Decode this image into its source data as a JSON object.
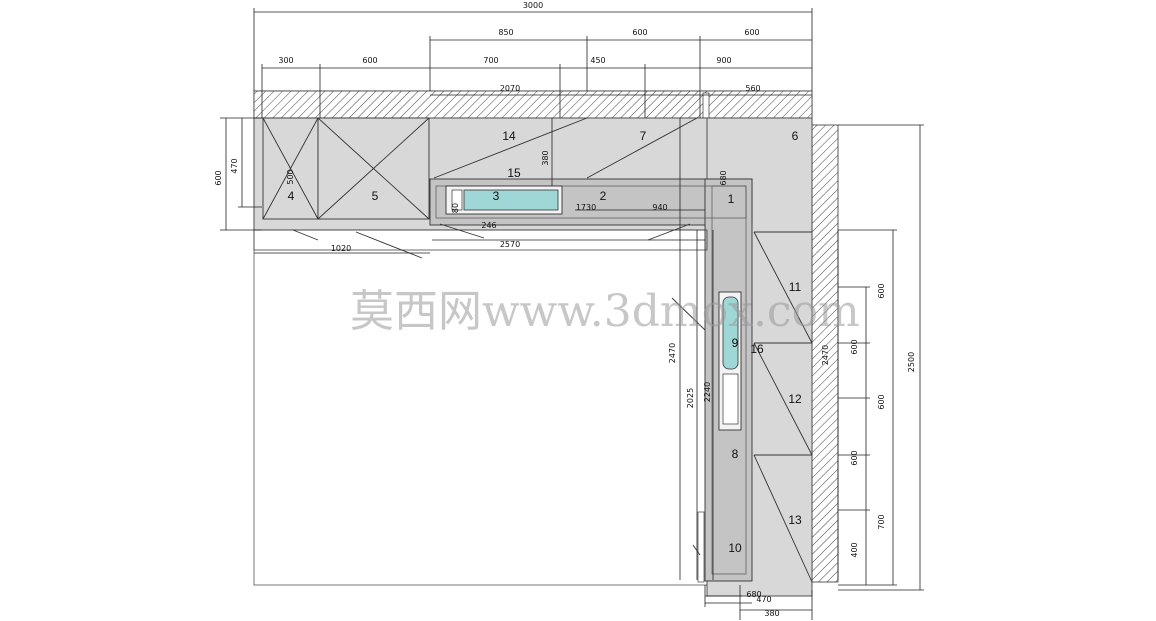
{
  "plan": {
    "watermark": "莫西网www.3dmox.com",
    "dims_top": [
      "3000",
      "850",
      "600",
      "600",
      "300",
      "600",
      "700",
      "450",
      "900",
      "2070",
      "560"
    ],
    "dims_left": [
      "600",
      "470"
    ],
    "dims_inner": [
      "380",
      "500",
      "1730",
      "940",
      "80",
      "246",
      "2570",
      "1020",
      "680",
      "2470",
      "2025",
      "2240",
      "2470"
    ],
    "dims_right": [
      "600",
      "600",
      "600",
      "600",
      "700",
      "400",
      "2500"
    ],
    "dims_bottom": [
      "680",
      "470",
      "380"
    ],
    "labels": [
      "1",
      "2",
      "3",
      "4",
      "5",
      "6",
      "7",
      "8",
      "9",
      "10",
      "11",
      "12",
      "13",
      "14",
      "15",
      "16"
    ]
  },
  "colors": {
    "counter": "#d8d8d8",
    "base": "#c4c4c4",
    "sink": "#9fd6d6",
    "hatch": "#444444"
  }
}
